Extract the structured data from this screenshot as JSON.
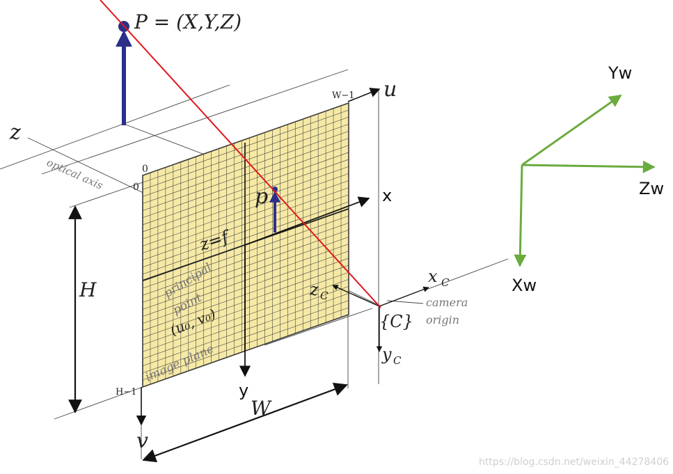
{
  "labels": {
    "point_p3d": "P = (X,Y,Z)",
    "axis_u": "u",
    "axis_v": "v",
    "axis_x": "x",
    "axis_y": "y",
    "axis_z": "z",
    "height_H": "H",
    "width_W": "W",
    "corner_w_minus_1": "W−1",
    "corner_h_minus_1": "H−1",
    "origin_zero_top": "0",
    "origin_zero_left": "0",
    "point_p_image": "p",
    "focal": "z=f",
    "optical_axis": "optical axis",
    "principal_1": "principal",
    "principal_2": "point",
    "principal_3": "(u₀, v₀)",
    "image_plane": "image plane",
    "camera_1": "camera",
    "camera_2": "origin",
    "cam_center": "{C}",
    "cam_x": "x",
    "cam_x_sub": "C",
    "cam_y": "y",
    "cam_y_sub": "C",
    "cam_z": "z",
    "cam_z_sub": "C",
    "world_y": "Yw",
    "world_z": "Zw",
    "world_x": "Xw",
    "watermark": "https://blog.csdn.net/weixin_44278406"
  },
  "colors": {
    "grid_fill": "#f6e9a6",
    "grid_line": "#3a3a3a",
    "ray": "#e0161d",
    "point_arrow": "#2b2f8a",
    "world_axes": "#6aab3e",
    "axis": "#111111",
    "guide": "#444444"
  }
}
